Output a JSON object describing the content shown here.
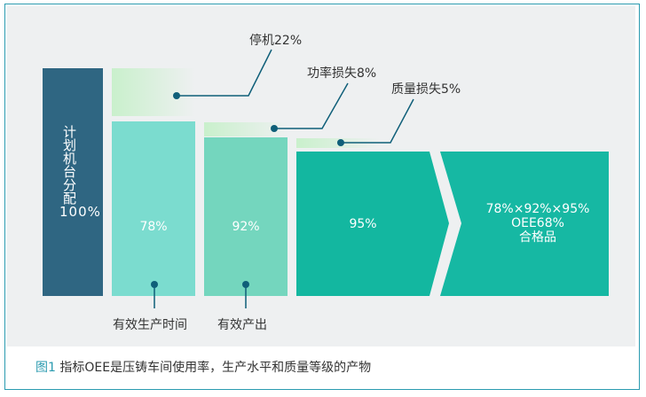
{
  "diagram": {
    "planned_label": "计划机台分配100%",
    "labels": {
      "downtime": "停机22%",
      "power_loss": "功率损失8%",
      "quality_loss": "质量损失5%",
      "effective_production_time": "有效生产时间",
      "effective_output": "有效产出"
    },
    "percentages": {
      "p78": "78%",
      "p92": "92%",
      "p95": "95%"
    },
    "result": {
      "formula": "78%×92%×95%",
      "oee": "OEE68%",
      "qualified": "合格品"
    },
    "colors": {
      "planned": "#2f6682",
      "bar1": "#7bdccf",
      "bar2": "#74d6be",
      "bar3": "#13b7a0",
      "result": "#16b8a3",
      "loss_gradient": "#c9f0cc",
      "connector": "#0f5f79",
      "frame": "#2b9bb0"
    }
  },
  "caption": {
    "figure_no": "图1",
    "text": "指标OEE是压铸车间使用率，生产水平和质量等级的产物"
  }
}
